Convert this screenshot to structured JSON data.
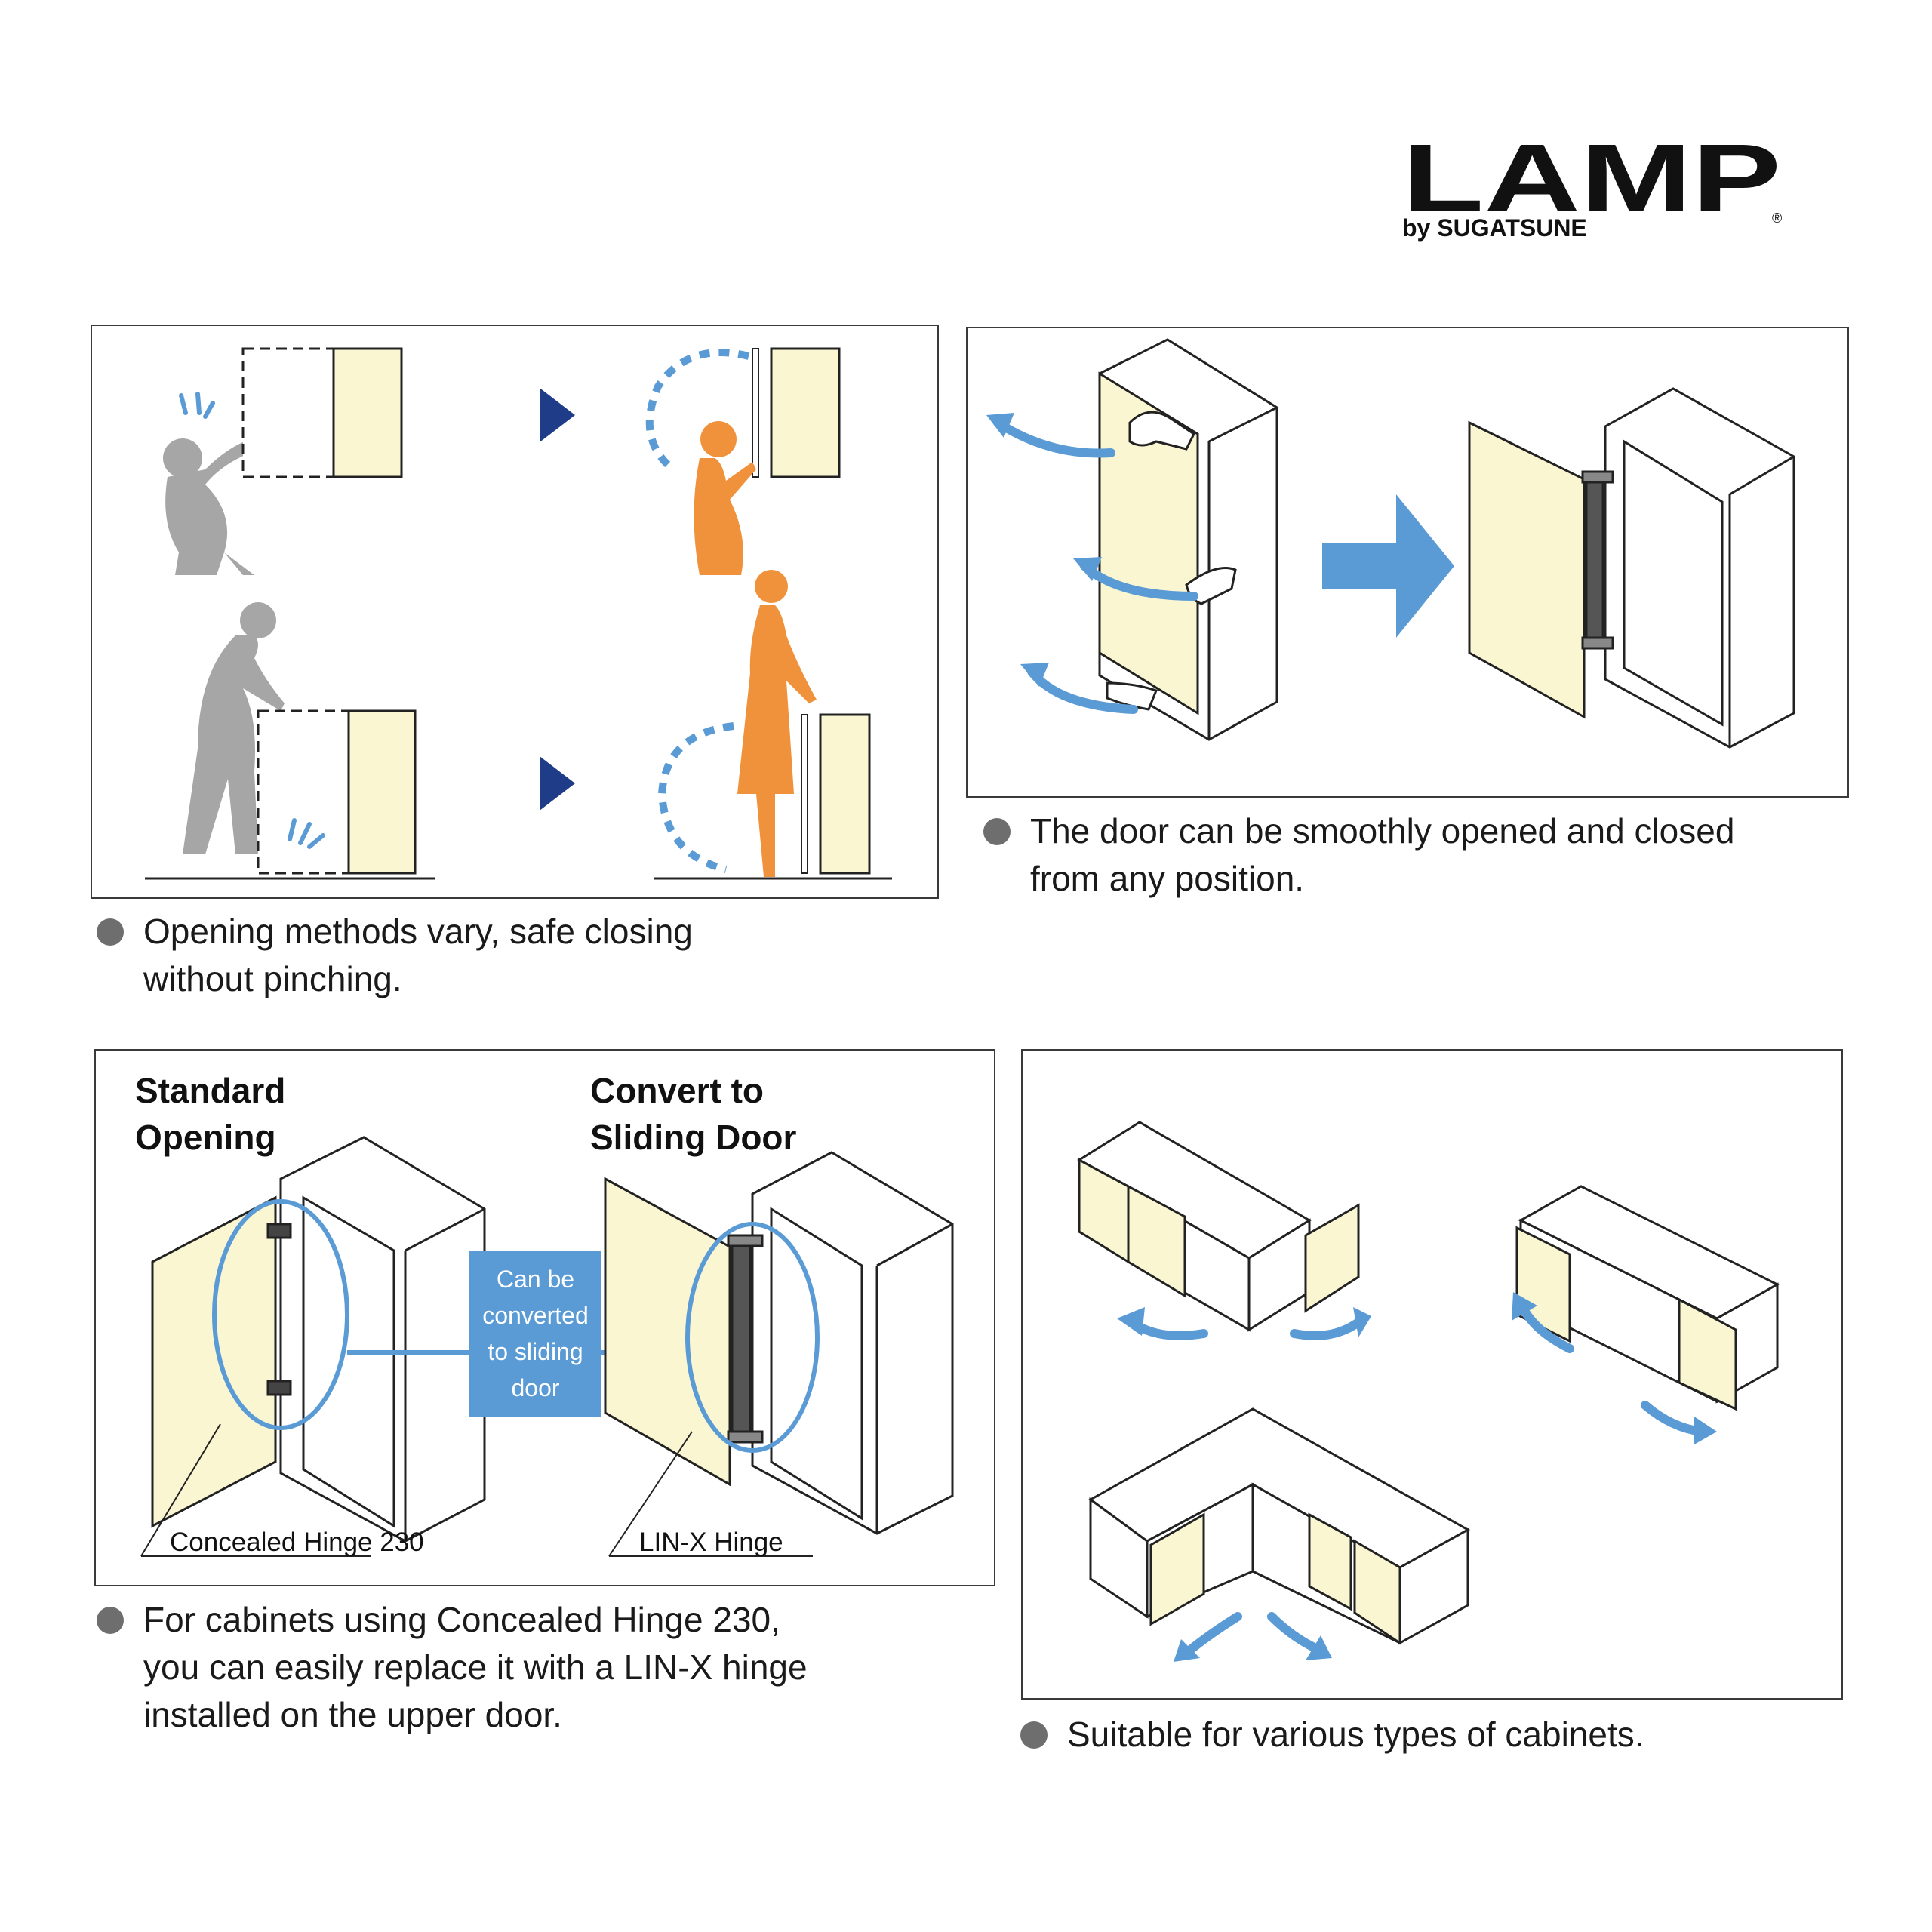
{
  "logo": {
    "name": "LAMP",
    "tagline": "by SUGATSUNE",
    "mark": "®"
  },
  "colors": {
    "accent_blue": "#5b9bd5",
    "navy": "#1f3c88",
    "door_fill": "#fbf6d2",
    "figure_gray": "#a6a6a6",
    "figure_orange": "#f0923b",
    "bullet": "#6e6e6e"
  },
  "panels": [
    {
      "id": "opening-methods",
      "caption_lines": [
        "Opening methods vary, safe closing",
        "without pinching."
      ]
    },
    {
      "id": "smooth-open",
      "caption_lines": [
        "The door can be smoothly opened and closed",
        "from any position."
      ]
    },
    {
      "id": "conversion",
      "heading_left": [
        "Standard",
        "Opening"
      ],
      "heading_right": [
        "Convert to",
        "Sliding Door"
      ],
      "callout_box_lines": [
        "Can be",
        "converted",
        "to sliding",
        "door"
      ],
      "label_left": "Concealed Hinge 230",
      "label_right": "LIN-X Hinge",
      "caption_lines": [
        "For cabinets using Concealed Hinge 230,",
        "you can easily replace it with a LIN-X hinge",
        "installed on the upper door."
      ]
    },
    {
      "id": "cabinet-types",
      "caption_lines": [
        "Suitable for various types of cabinets."
      ]
    }
  ]
}
